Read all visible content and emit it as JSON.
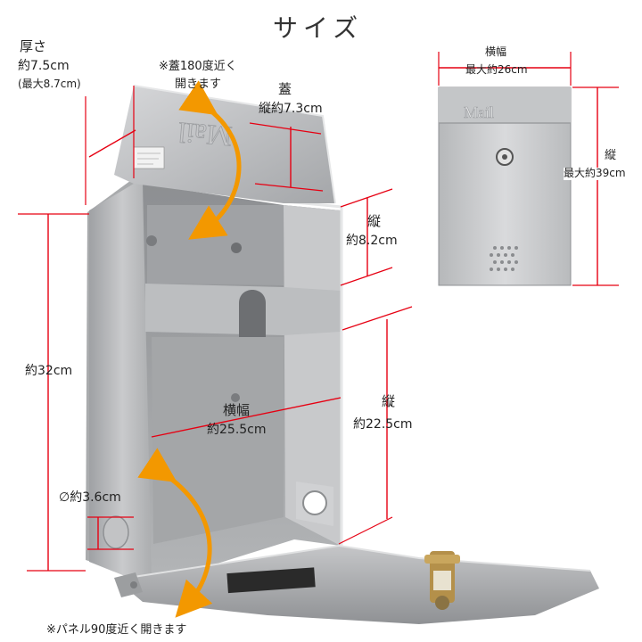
{
  "title": "サイズ",
  "depth": {
    "label": "厚さ",
    "value": "約7.5cm",
    "max": "(最大8.7cm)"
  },
  "lid_note": {
    "line1": "※蓋180度近く",
    "line2": "開きます"
  },
  "lid": {
    "label": "蓋",
    "value": "縦約7.3cm"
  },
  "upper_height": {
    "label": "縦",
    "value": "約8.2cm"
  },
  "total_height": {
    "value": "約32cm"
  },
  "inner_width": {
    "label": "横幅",
    "value": "約25.5cm"
  },
  "inner_height": {
    "label": "縦",
    "value": "約22.5cm"
  },
  "hole": {
    "value": "∅約3.6cm"
  },
  "panel_note": "※パネル90度近く開きます",
  "front": {
    "width_label": "横幅",
    "width_value": "最大約26cm",
    "height_label": "縦",
    "height_value": "最大約39cm",
    "logo": "Mail"
  },
  "embossed_logo": "Mail",
  "colors": {
    "dimension": "#e60012",
    "arrow": "#f39800",
    "body": "#b9babc"
  }
}
